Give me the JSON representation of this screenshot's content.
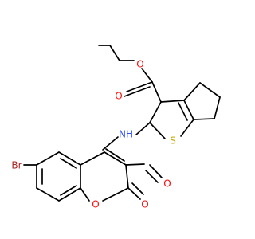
{
  "atom_labels": {
    "ester_carbonyl_oxygen": "O",
    "ester_ether_oxygen": "O",
    "thiophene_sulfur": "S",
    "amide_nitrogen_h": "NH",
    "amide_carbonyl_oxygen": "O",
    "bromine": "Br",
    "ring_oxygen": "O",
    "lactone_carbonyl_oxygen": "O"
  },
  "colors": {
    "bond": "#000000",
    "oxygen": "#ff0d0d",
    "sulfur": "#c7a800",
    "nitrogen": "#3050f8",
    "bromine": "#a62929"
  }
}
